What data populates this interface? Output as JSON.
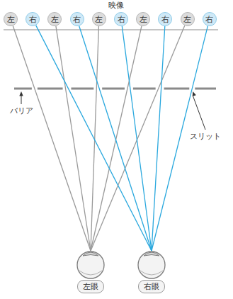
{
  "diagram": {
    "title": "映像",
    "nodes": [
      {
        "text": [
          "左"
        ]
      },
      {
        "text": [
          "右"
        ]
      },
      {
        "text": [
          "左"
        ]
      },
      {
        "text": [
          "右"
        ]
      },
      {
        "text": [
          "左"
        ]
      },
      {
        "text": [
          "右"
        ]
      },
      {
        "text": [
          "左"
        ]
      },
      {
        "text": [
          "右"
        ]
      },
      {
        "text": [
          "左"
        ]
      },
      {
        "text": [
          "右"
        ]
      },
      {
        "text": [
          "左眼"
        ]
      },
      {
        "text": [
          "右眼"
        ]
      }
    ],
    "edges": [
      {
        "from": 0,
        "to": 10,
        "arrow": "none"
      },
      {
        "from": 2,
        "to": 10,
        "arrow": "none"
      },
      {
        "from": 4,
        "to": 10,
        "arrow": "none"
      },
      {
        "from": 6,
        "to": 10,
        "arrow": "none"
      },
      {
        "from": 8,
        "to": 10,
        "arrow": "none"
      },
      {
        "from": 1,
        "to": 11,
        "arrow": "none"
      },
      {
        "from": 3,
        "to": 11,
        "arrow": "none"
      },
      {
        "from": 5,
        "to": 11,
        "arrow": "none"
      },
      {
        "from": 7,
        "to": 11,
        "arrow": "none"
      },
      {
        "from": 9,
        "to": 11,
        "arrow": "none"
      }
    ],
    "labels": [
      "バリア",
      "スリット"
    ]
  }
}
